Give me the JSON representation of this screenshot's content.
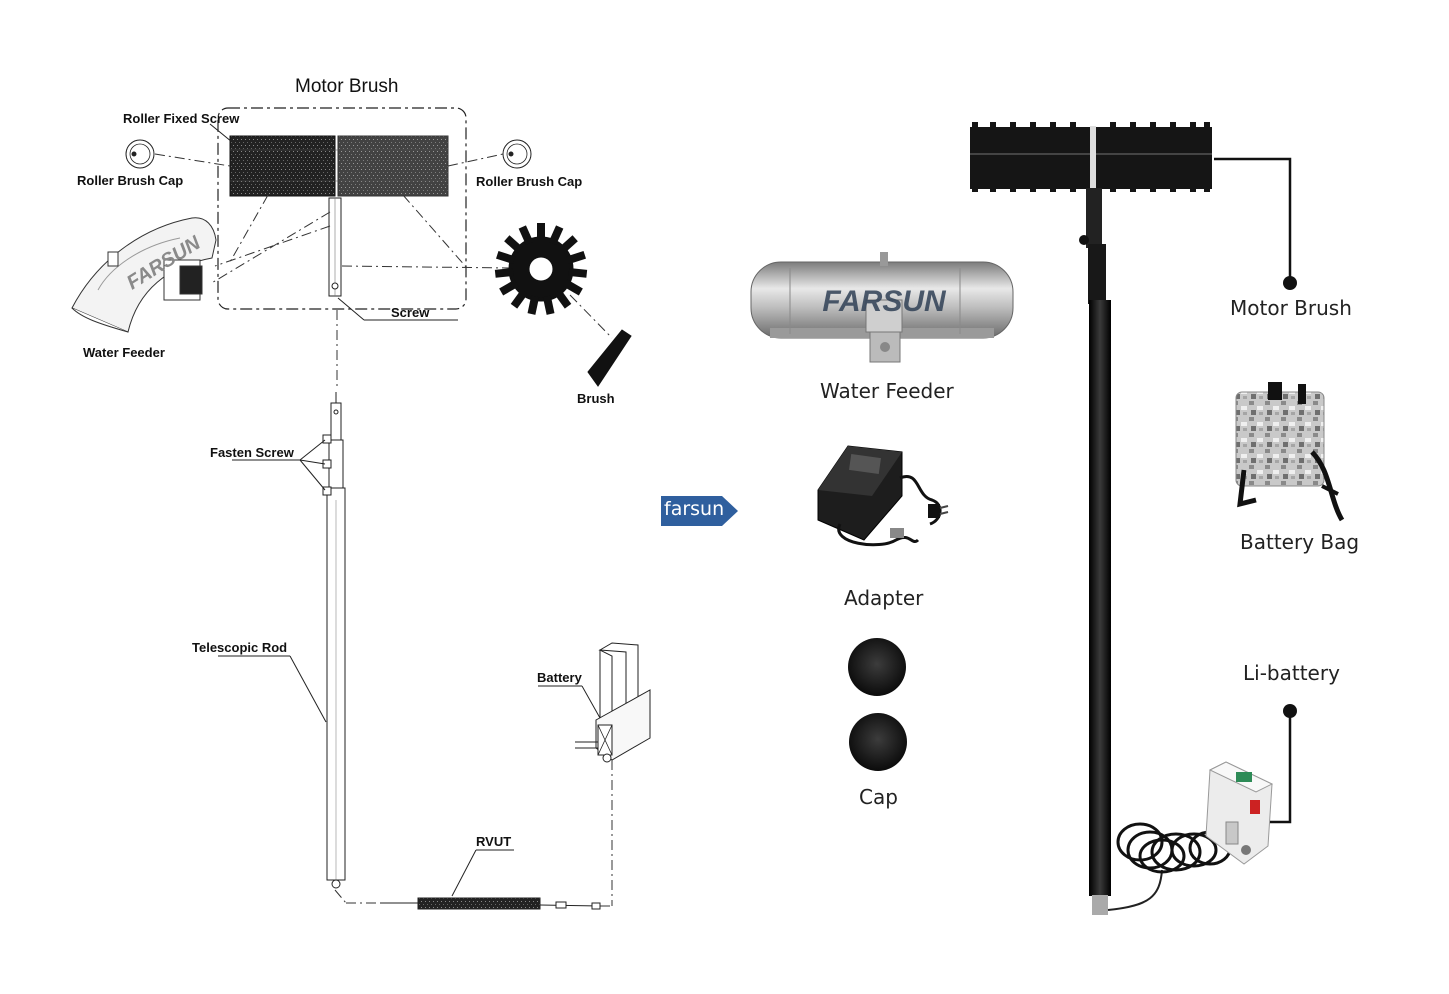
{
  "diagram": {
    "title": "Motor Brush",
    "labels": {
      "roller_fixed_screw": "Roller Fixed Screw",
      "roller_brush_cap_left": "Roller Brush Cap",
      "roller_brush_cap_right": "Roller Brush Cap",
      "water_feeder": "Water Feeder",
      "screw": "Screw",
      "brush": "Brush",
      "fasten_screw": "Fasten Screw",
      "telescopic_rod": "Telescopic Rod",
      "battery": "Battery",
      "rvut": "RVUT",
      "feeder_logo": "FARSUN"
    }
  },
  "brand_tag": {
    "text": "farsun",
    "color": "#2f5f9e"
  },
  "parts": {
    "water_feeder": "Water Feeder",
    "adapter": "Adapter",
    "cap": "Cap",
    "feeder_logo": "FARSUN"
  },
  "product": {
    "motor_brush": "Motor Brush",
    "battery_bag": "Battery Bag",
    "li_battery": "Li-battery"
  }
}
